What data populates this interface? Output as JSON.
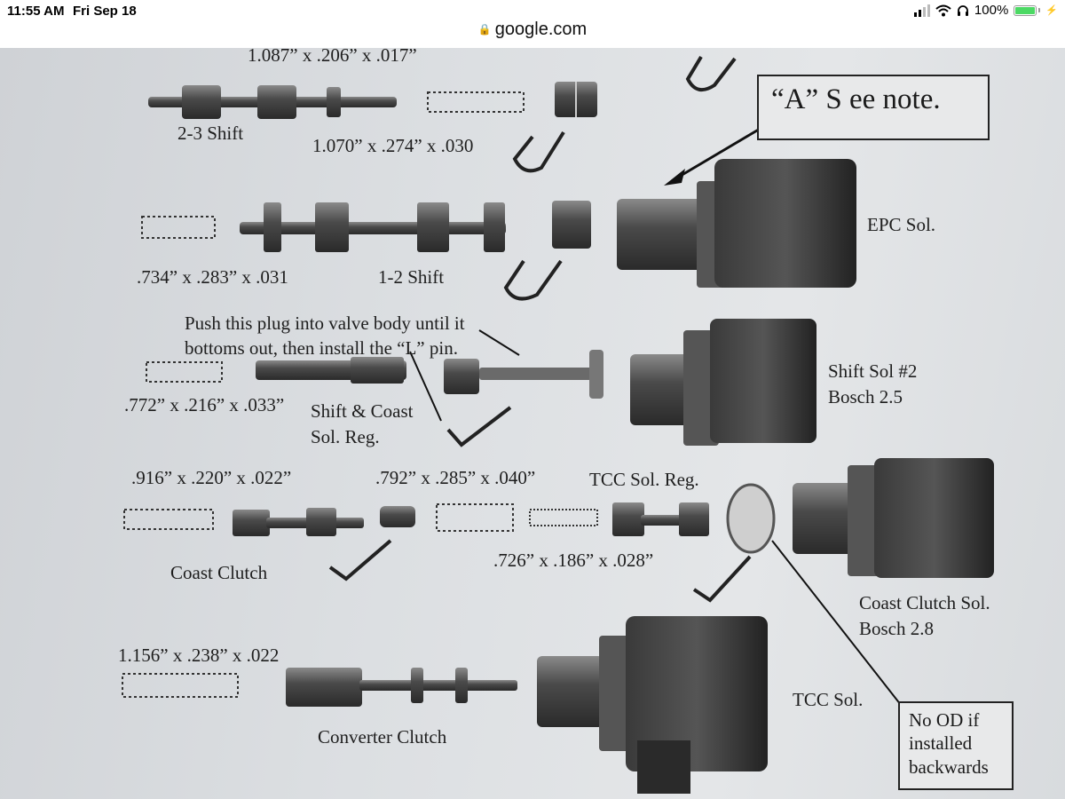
{
  "status_bar": {
    "time": "11:55 AM",
    "date": "Fri Sep 18",
    "battery": "100%",
    "battery_level": 1.0
  },
  "browser": {
    "domain": "google.com"
  },
  "diagram": {
    "labels": {
      "spring_1": "1.087” x .206” x .017”",
      "shift_23": "2-3 Shift",
      "spring_2": "1.070” x .274” x .030",
      "spring_3": ".734” x .283” x .031",
      "shift_12": "1-2 Shift",
      "epc_sol": "EPC Sol.",
      "push_note_line1": "Push this plug into valve body until it",
      "push_note_line2": "bottoms out, then install the “L” pin.",
      "spring_4": ".772” x .216” x .033”",
      "shift_coast_reg_line1": "Shift & Coast",
      "shift_coast_reg_line2": "Sol. Reg.",
      "shift_sol2_line1": "Shift Sol #2",
      "shift_sol2_line2": "Bosch 2.5",
      "spring_5": ".916” x .220” x .022”",
      "spring_6": ".792” x .285” x .040”",
      "tcc_sol_reg": "TCC Sol. Reg.",
      "coast_clutch": "Coast Clutch",
      "spring_7": ".726” x .186” x .028”",
      "coast_clutch_sol_line1": "Coast Clutch Sol.",
      "coast_clutch_sol_line2": "Bosch 2.8",
      "spring_8": "1.156” x .238” x .022",
      "converter_clutch": "Converter Clutch",
      "tcc_sol": "TCC Sol."
    },
    "note_a": "“A” S ee note.",
    "note_od_line1": "No OD if",
    "note_od_line2": "installed",
    "note_od_line3": "backwards"
  }
}
